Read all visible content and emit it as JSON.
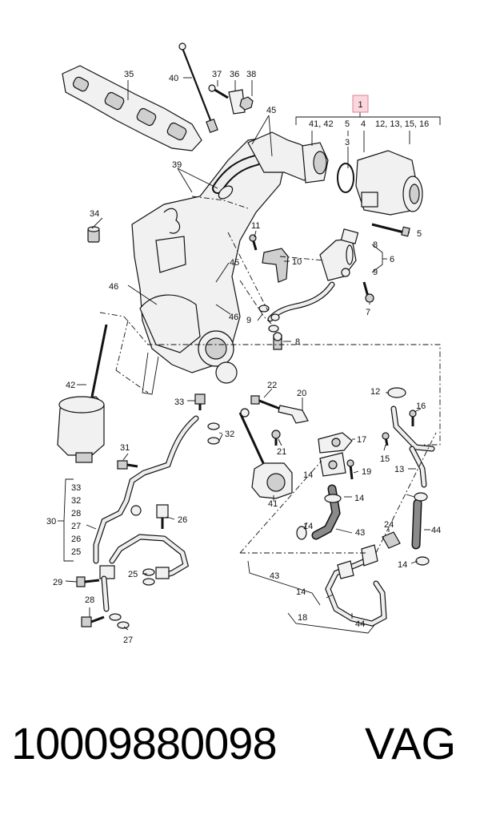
{
  "diagram": {
    "highlighted_callout": "1",
    "group_labels": {
      "g1_a": "41, 42",
      "g1_b": "5",
      "g1_c": "4",
      "g1_d": "12, 13, 15, 16"
    },
    "callouts": {
      "c35": "35",
      "c40": "40",
      "c37": "37",
      "c36": "36",
      "c38": "38",
      "c45a": "45",
      "c39": "39",
      "c3": "3",
      "c34": "34",
      "c11": "11",
      "c10": "10",
      "c5": "5",
      "c8": "8",
      "c6": "6",
      "c9a": "9",
      "c45b": "45",
      "c46a": "46",
      "c46b": "46",
      "c9b": "9",
      "c7": "7",
      "c8b": "8",
      "c42": "42",
      "c33a": "33",
      "c22": "22",
      "c20": "20",
      "c12": "12",
      "c16": "16",
      "c32a": "32",
      "c21": "21",
      "c17": "17",
      "c15": "15",
      "c13": "13",
      "c31": "31",
      "c19": "19",
      "c14a": "14",
      "c14b": "14",
      "c33b": "33",
      "c32b": "32",
      "c28a": "28",
      "c30": "30",
      "c27a": "27",
      "c26a": "26",
      "c25a": "25",
      "c26b": "26",
      "c41": "41",
      "c14c": "14",
      "c43a": "43",
      "c24": "24",
      "c44a": "44",
      "c29": "29",
      "c25b": "25",
      "c14d": "14",
      "c43b": "43",
      "c14e": "14",
      "c28b": "28",
      "c18": "18",
      "c44b": "44",
      "c27b": "27"
    }
  },
  "footer": {
    "part_number": "10009880098",
    "brand": "VAG"
  }
}
